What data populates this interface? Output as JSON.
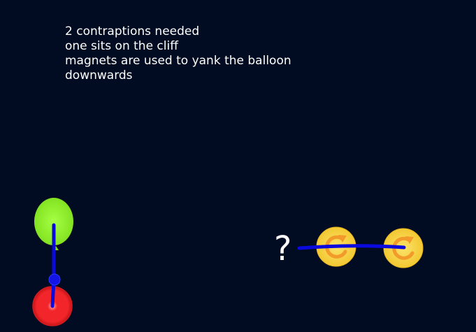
{
  "instructions": [
    "2 contraptions needed",
    "one sits on the cliff",
    "magnets are used to yank the balloon",
    "downwards"
  ],
  "unknown_marker": "?",
  "colors": {
    "background": "#010b22",
    "text": "#ffffff",
    "rope": "#0a0adf",
    "balloon": "#8ff22a",
    "weight_ball": "#f2262a",
    "magnet": "#f7d33a",
    "magnet_arrow": "#f29a2a"
  },
  "objects": {
    "balloon": "green-balloon",
    "weight": "red-ball",
    "joint": "rope-joint",
    "magnets": [
      "magnet-coin-1",
      "magnet-coin-2"
    ]
  }
}
